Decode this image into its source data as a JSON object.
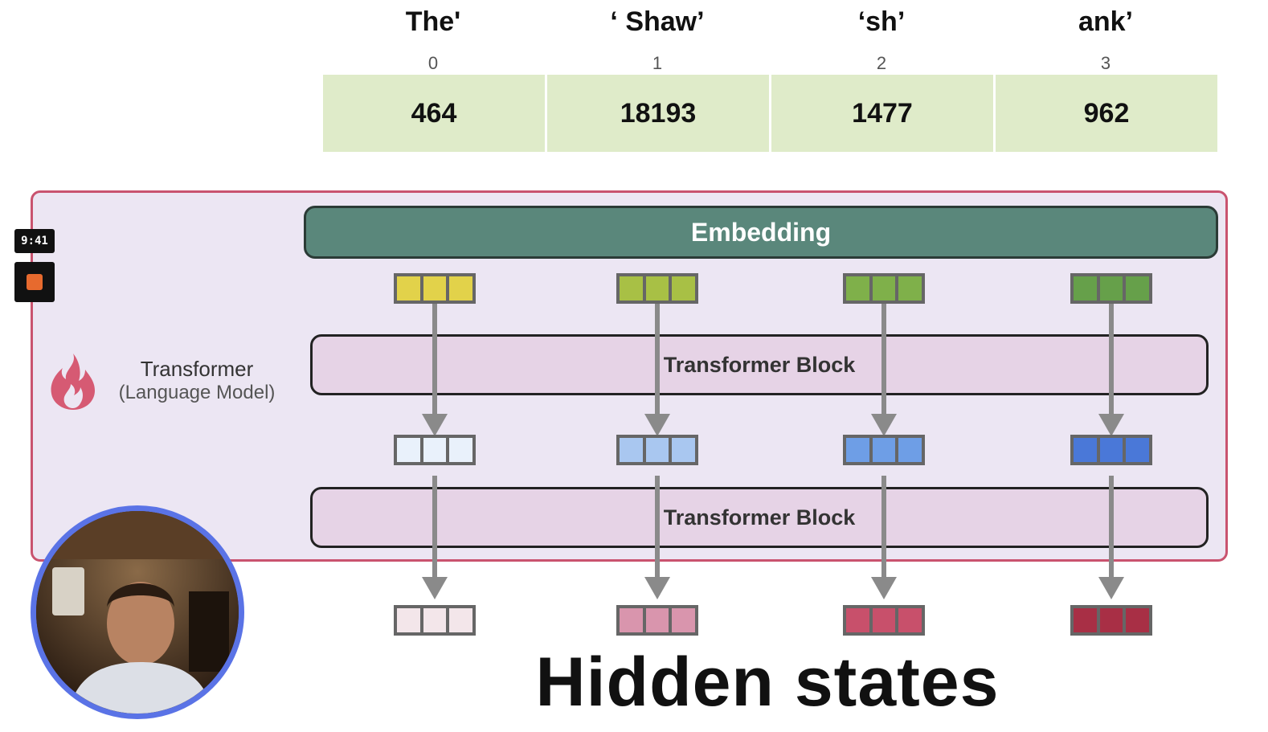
{
  "tokens": [
    {
      "text": "The'",
      "index": "0",
      "id": "464"
    },
    {
      "text": "‘  Shaw’",
      "index": "1",
      "id": "18193"
    },
    {
      "text": "‘sh’",
      "index": "2",
      "id": "1477"
    },
    {
      "text": "ank’",
      "index": "3",
      "id": "962"
    }
  ],
  "embedding_label": "Embedding",
  "blocks": [
    "Transformer Block",
    "Transformer Block"
  ],
  "model": {
    "title": "Transformer",
    "subtitle": "(Language Model)",
    "icon": "flame-icon"
  },
  "recorder": {
    "time": "9:41",
    "stop_icon": "stop-icon"
  },
  "caption": "Hidden states",
  "colors": {
    "panel_border": "#c9536f",
    "embedding": "#5a877b",
    "embedding_vectors": [
      "#e2d24a",
      "#a8c045",
      "#7fb04a",
      "#66a04a"
    ],
    "layer1_vectors": [
      "#e9f1fb",
      "#a9c7f0",
      "#6e9ee6",
      "#4a78d8"
    ],
    "output_vectors": [
      "#f3e6ea",
      "#d995ad",
      "#c8506b",
      "#a82f45"
    ]
  }
}
